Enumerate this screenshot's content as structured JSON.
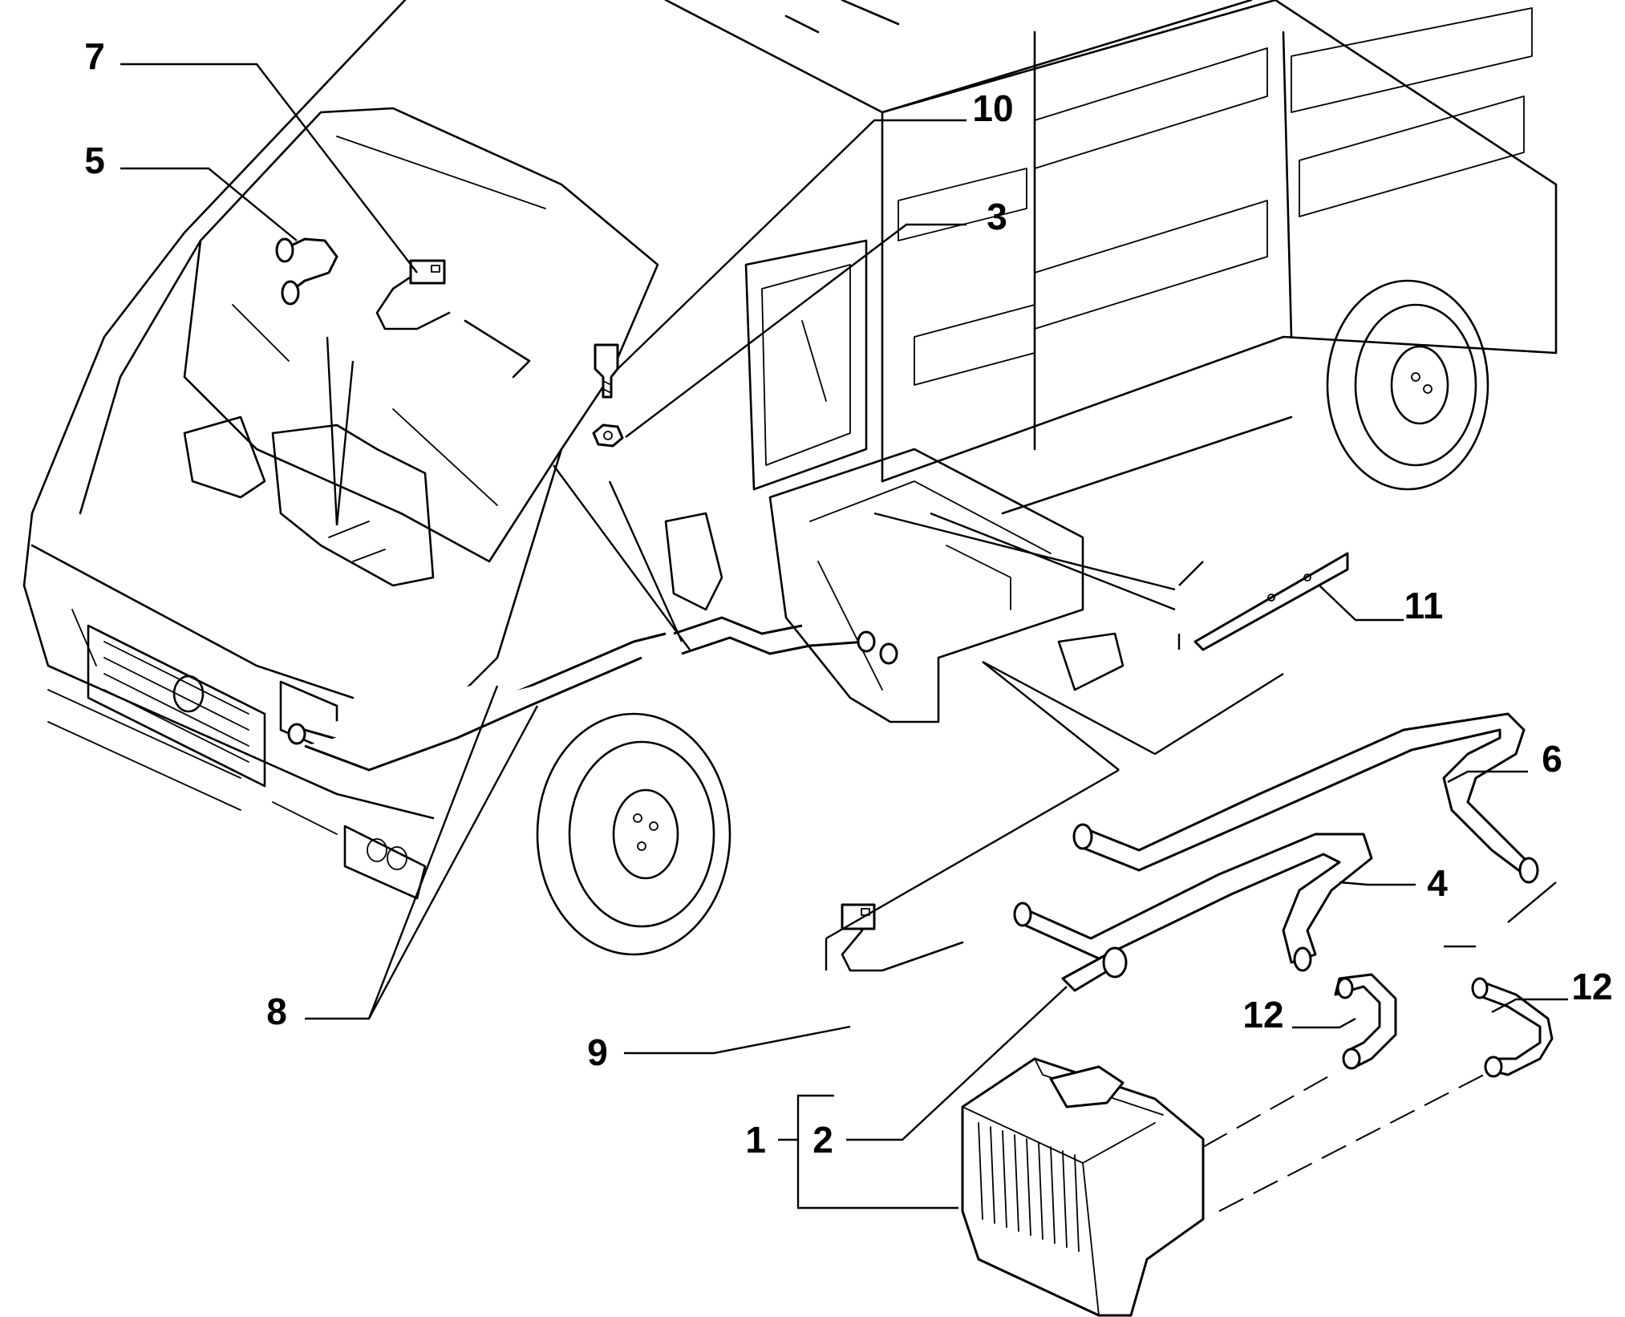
{
  "callouts": [
    {
      "id": "c1",
      "label": "1"
    },
    {
      "id": "c2",
      "label": "2"
    },
    {
      "id": "c3",
      "label": "3"
    },
    {
      "id": "c4",
      "label": "4"
    },
    {
      "id": "c5",
      "label": "5"
    },
    {
      "id": "c6",
      "label": "6"
    },
    {
      "id": "c7",
      "label": "7"
    },
    {
      "id": "c8",
      "label": "8"
    },
    {
      "id": "c9",
      "label": "9"
    },
    {
      "id": "c10",
      "label": "10"
    },
    {
      "id": "c11",
      "label": "11"
    },
    {
      "id": "c12a",
      "label": "12"
    },
    {
      "id": "c12b",
      "label": "12"
    }
  ]
}
